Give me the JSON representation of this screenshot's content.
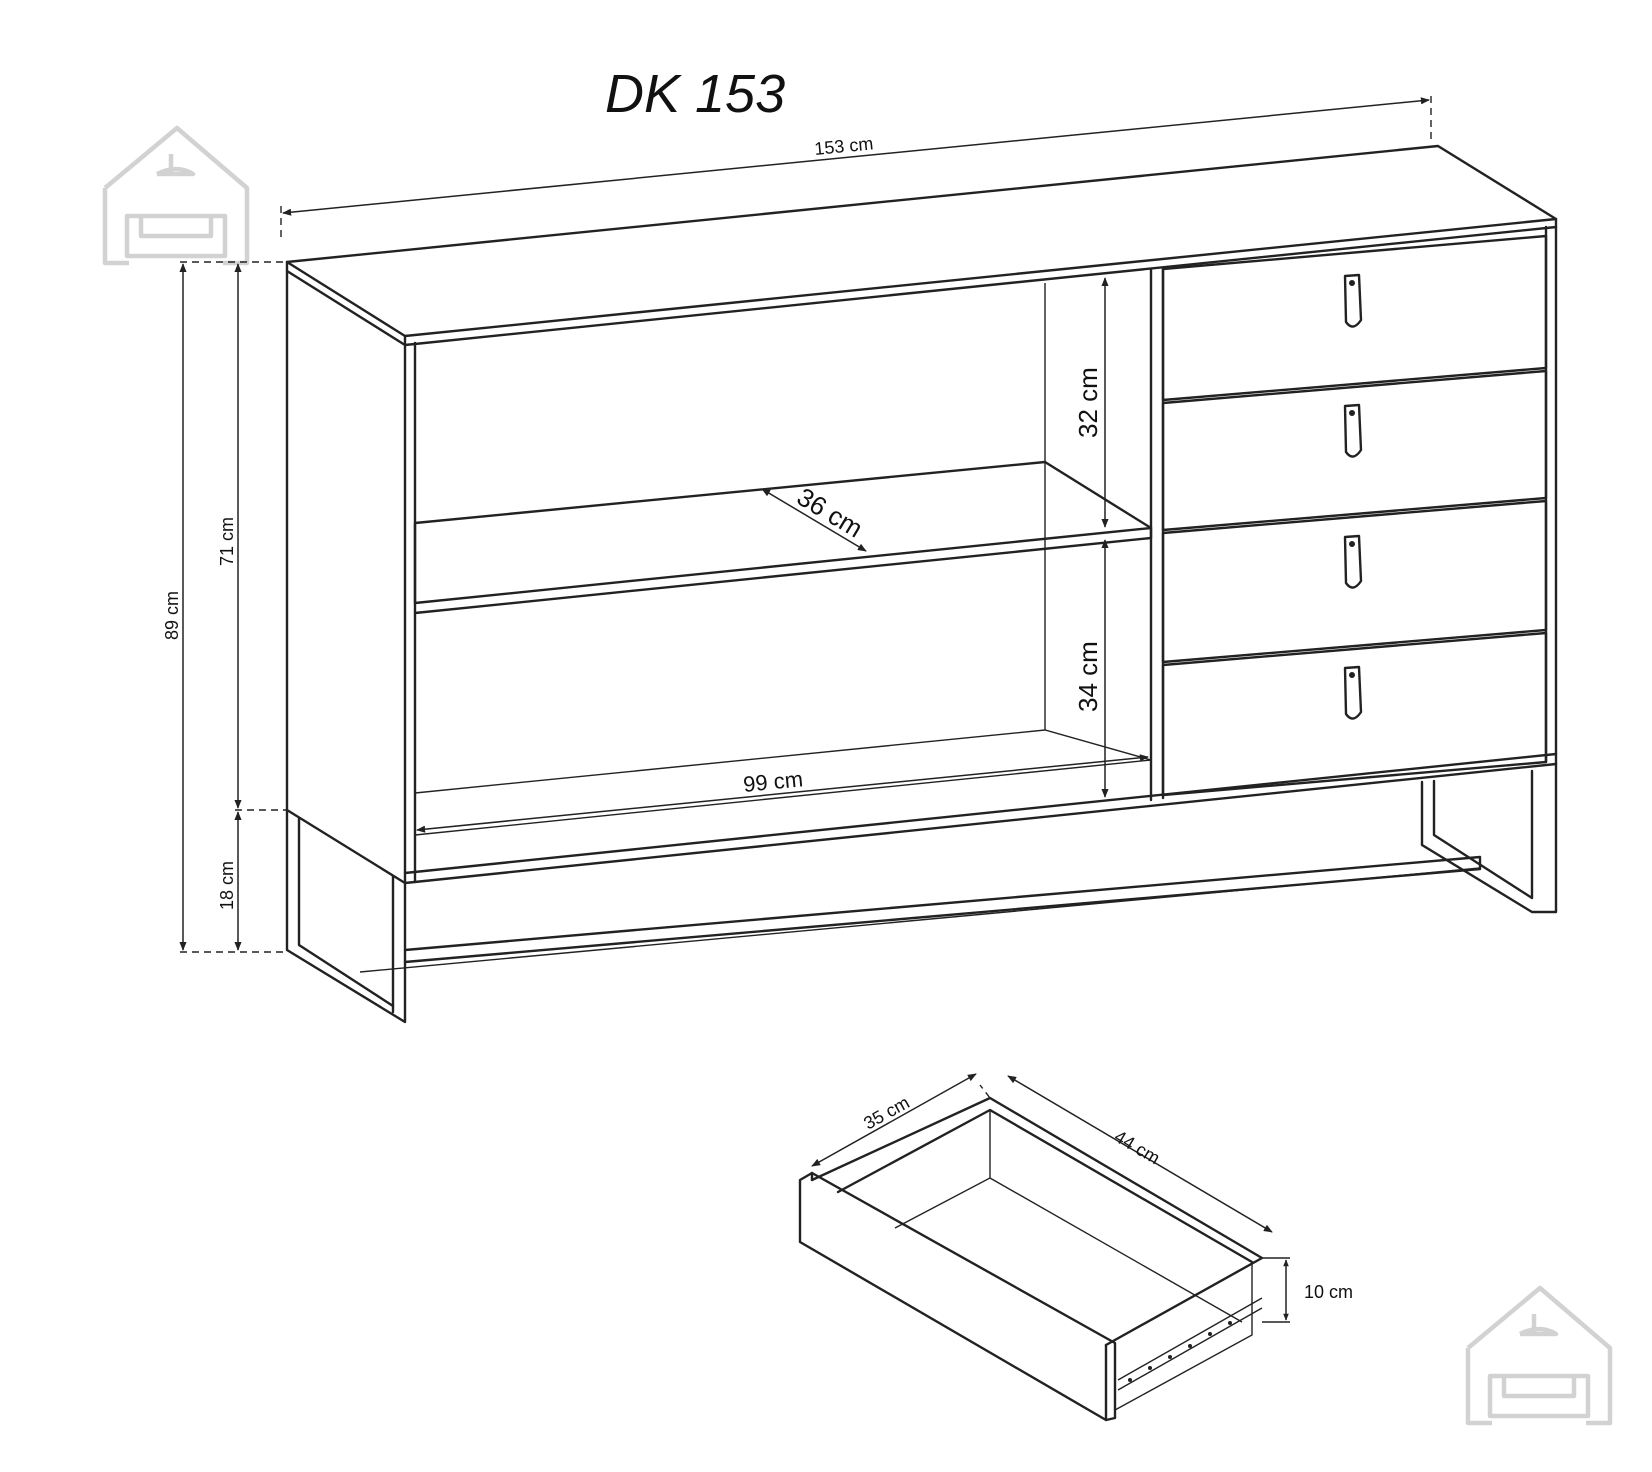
{
  "title": "DK 153",
  "dimensions": {
    "width": "153 cm",
    "height_total": "89 cm",
    "height_body": "71 cm",
    "height_legs": "18 cm",
    "shelf_upper": "32 cm",
    "shelf_lower": "34 cm",
    "shelf_depth": "36 cm",
    "shelf_width": "99 cm",
    "drawer_width": "35 cm",
    "drawer_depth": "44 cm",
    "drawer_height": "10 cm"
  },
  "logo": {
    "icon": "house-sofa-logo-icon",
    "color": "#d2d2d2"
  },
  "colors": {
    "line": "#222222",
    "background": "#ffffff"
  }
}
